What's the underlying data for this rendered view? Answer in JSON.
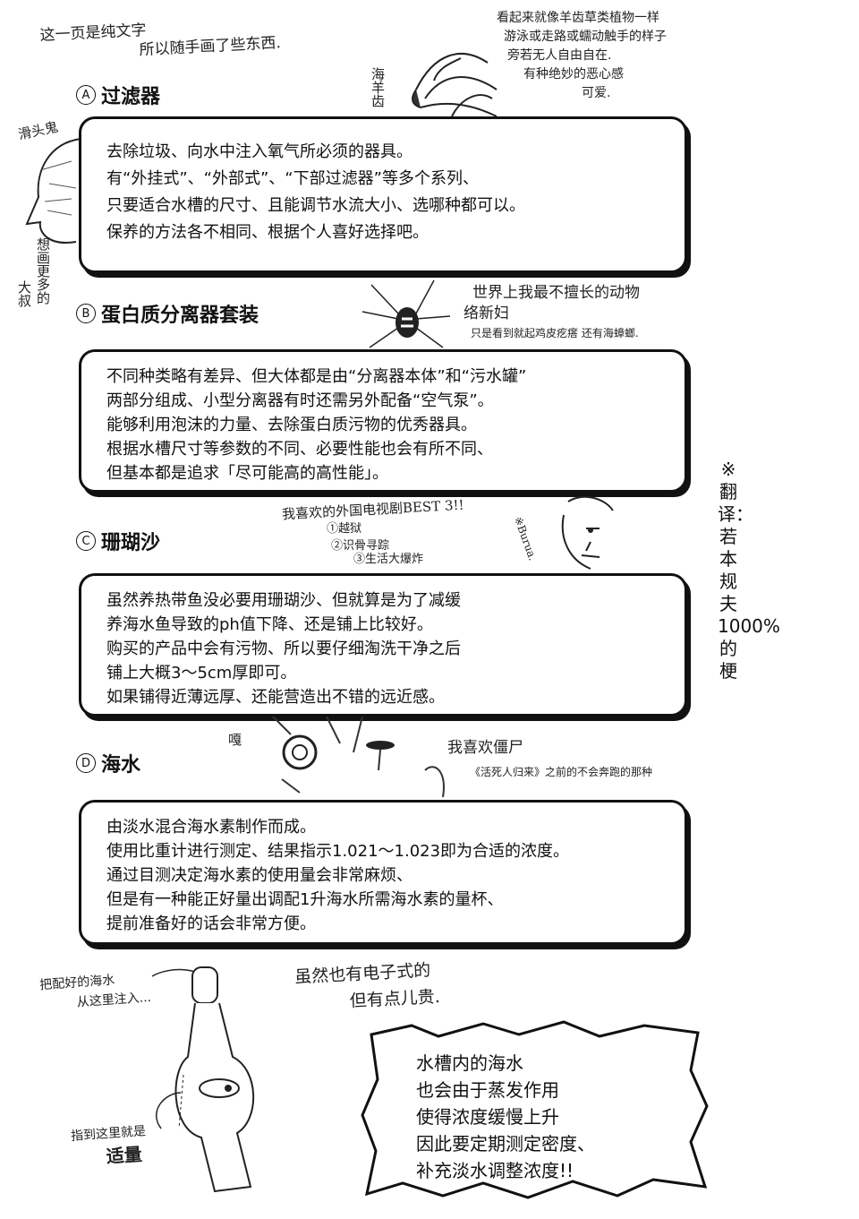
{
  "notes": {
    "top_left": [
      "这一页是纯文字",
      "所以随手画了些东西."
    ],
    "sea_anemone_label": "海羊齿",
    "top_right": [
      "看起来就像羊齿草类植物一样",
      "游泳或走路或蠕动触手的样子",
      "旁若无人自由自在.",
      "有种绝妙的恶心感",
      "可爱."
    ],
    "bald_label": "滑头鬼",
    "old_man_note": [
      "想画更多的",
      "大叔"
    ],
    "spider_note": [
      "世界上我最不擅长的动物",
      "络新妇",
      "只是看到就起鸡皮疙瘩 还有海蟑螂."
    ],
    "tv_note": [
      "我喜欢的外国电视剧BEST 3!!",
      "①越狱",
      "②识骨寻踪",
      "③生活大爆炸"
    ],
    "burua": "※Burua.",
    "zombie_sound": "嘎",
    "zombie_note": [
      "我喜欢僵尸",
      "《活死人归来》之前的不会奔跑的那种"
    ],
    "hydrometer_top": [
      "把配好的海水",
      "从这里注入..."
    ],
    "hydrometer_bottom": [
      "指到这里就是",
      "适量"
    ],
    "electronic_note": [
      "虽然也有电子式的",
      "但有点儿贵."
    ],
    "translator_note": "※翻译：若本规夫1000%的梗"
  },
  "sections": [
    {
      "marker": "A",
      "title": "过滤器",
      "lines": [
        "去除垃圾、向水中注入氧气所必须的器具。",
        "有“外挂式”、“外部式”、“下部过滤器”等多个系列、",
        "只要适合水槽的尺寸、且能调节水流大小、选哪种都可以。",
        "保养的方法各不相同、根据个人喜好选择吧。"
      ]
    },
    {
      "marker": "B",
      "title": "蛋白质分离器套装",
      "lines": [
        "不同种类略有差异、但大体都是由“分离器本体”和“污水罐”",
        "两部分组成、小型分离器有时还需另外配备“空气泵”。",
        "能够利用泡沫的力量、去除蛋白质污物的优秀器具。",
        "根据水槽尺寸等参数的不同、必要性能也会有所不同、",
        "但基本都是追求「尽可能高的高性能」。"
      ]
    },
    {
      "marker": "C",
      "title": "珊瑚沙",
      "lines": [
        "虽然养热带鱼没必要用珊瑚沙、但就算是为了减缓",
        "养海水鱼导致的ph值下降、还是铺上比较好。",
        "购买的产品中会有污物、所以要仔细淘洗干净之后",
        "铺上大概3～5cm厚即可。",
        "如果铺得近薄远厚、还能营造出不错的远近感。"
      ]
    },
    {
      "marker": "D",
      "title": "海水",
      "lines": [
        "由淡水混合海水素制作而成。",
        "使用比重计进行测定、结果指示1.021～1.023即为合适的浓度。",
        "通过目测决定海水素的使用量会非常麻烦、",
        "但是有一种能正好量出调配1升海水所需海水素的量杯、",
        "提前准备好的话会非常方便。"
      ]
    }
  ],
  "bubble": {
    "lines": [
      "水槽内的海水",
      "也会由于蒸发作用",
      "使得浓度缓慢上升",
      "因此要定期测定密度、",
      "补充淡水调整浓度!!"
    ]
  }
}
